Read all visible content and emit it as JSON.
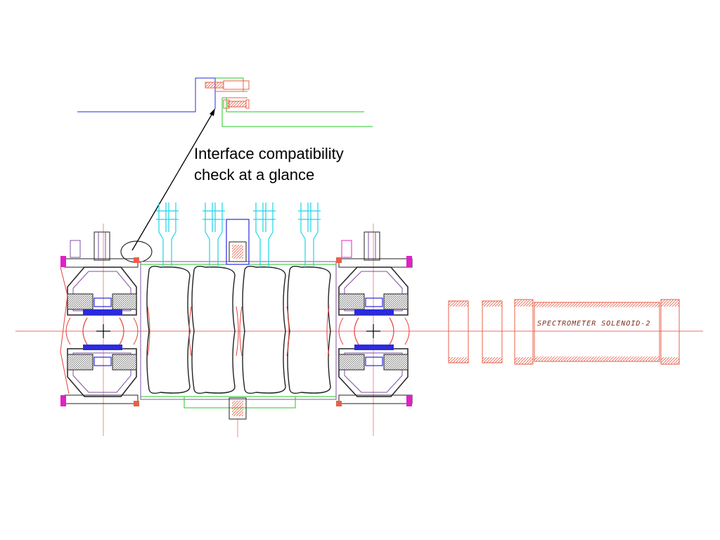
{
  "annotation": {
    "line1": "Interface compatibility",
    "line2": "check at a glance"
  },
  "solenoid_label": "SPECTROMETER SOLENOID-2",
  "colors": {
    "axis": "#e8403a",
    "coil": "#e8604a",
    "cyan": "#19d6e8",
    "magenta": "#e020c8",
    "blue": "#2a2ae0",
    "green": "#22c822",
    "dark": "#222222",
    "purple": "#8050a0"
  }
}
